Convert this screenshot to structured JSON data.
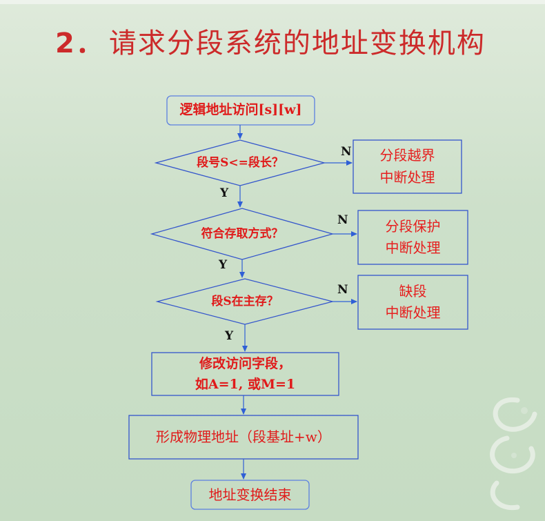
{
  "title": {
    "number": "2．",
    "text": "请求分段系统的地址变换机构"
  },
  "flowchart": {
    "start": "逻辑地址访问[s][w]",
    "decision1": "段号S<=段长？",
    "decision1_no_box": [
      "分段越界",
      "中断处理"
    ],
    "decision2": "符合存取方式？",
    "decision2_no_box": [
      "分段保护",
      "中断处理"
    ],
    "decision3": "段S在主存？",
    "decision3_no_box": [
      "缺段",
      "中断处理"
    ],
    "modify_box": [
      "修改访问字段，",
      "如A=1, 或M=1"
    ],
    "physical_box": "形成物理地址（段基址+w）",
    "end": "地址变换结束",
    "yes_label": "Y",
    "no_label": "N"
  },
  "colors": {
    "title": "#cc2a2a",
    "node_text": "#e01a1a",
    "node_border": "#3355cc",
    "arrow": "#2f5fd6"
  }
}
